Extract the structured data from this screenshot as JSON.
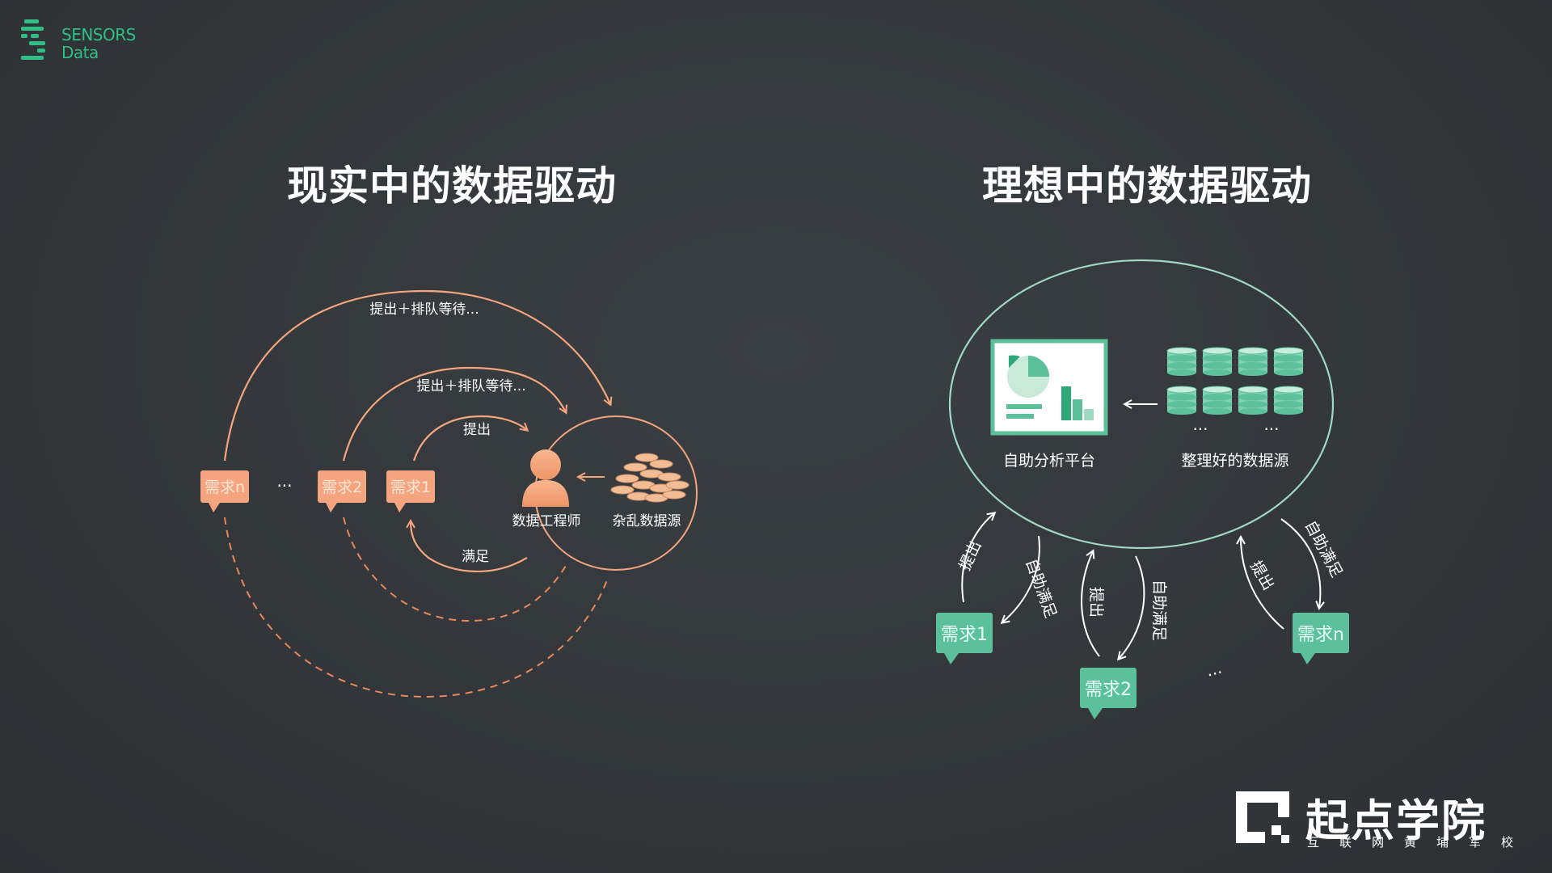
{
  "logo": {
    "line1": "SENSORS",
    "line2": "Data"
  },
  "left": {
    "title": "现实中的数据驱动",
    "arc_outer_label": "提出＋排队等待...",
    "arc_middle_label": "提出＋排队等待...",
    "arc_inner_label": "提出",
    "return_label": "满足",
    "engineer_label": "数据工程师",
    "source_label": "杂乱数据源",
    "bubbles": [
      "需求n",
      "需求2",
      "需求1"
    ],
    "ellipsis": "···"
  },
  "right": {
    "title": "理想中的数据驱动",
    "platform_label": "自助分析平台",
    "source_label": "整理好的数据源",
    "bubbles": [
      "需求1",
      "需求2",
      "需求n"
    ],
    "propose": "提出",
    "satisfy": "自助满足",
    "ellipsis": "···"
  },
  "brand": {
    "name": "起点学院",
    "sub": "互联网黄埔军校"
  },
  "colors": {
    "orange": "#f4a57f",
    "orange_dark": "#e8885c",
    "teal": "#5cc09a",
    "teal_light": "#9fd9c2",
    "green_brand": "#2fbf86"
  }
}
